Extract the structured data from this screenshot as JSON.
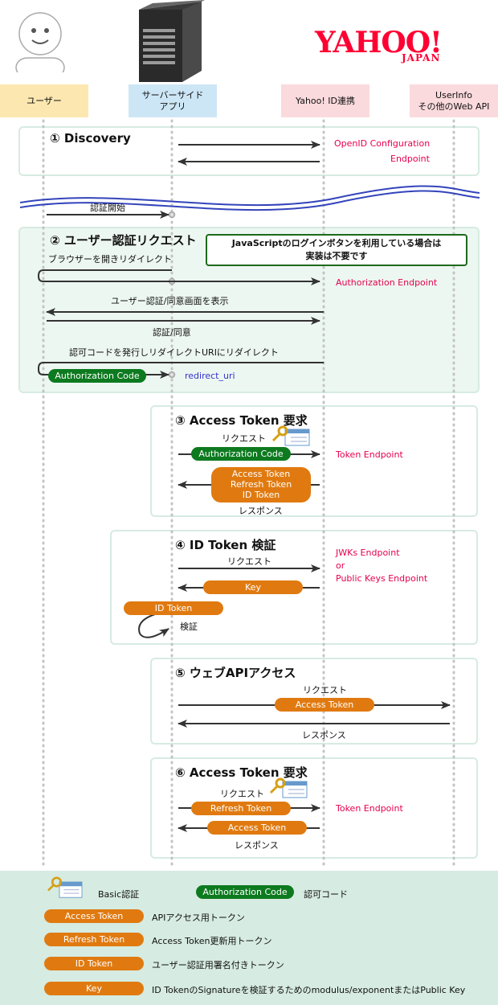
{
  "lanes": {
    "user": "ユーザー",
    "server": "サーバーサイド\nアプリ",
    "yahoo": "Yahoo! ID連携",
    "userinfo": "UserInfo\nその他のWeb API"
  },
  "logo": {
    "main": "YAHOO!",
    "sub": "JAPAN"
  },
  "colors": {
    "orange": "#e07a10",
    "green": "#0d7a1f",
    "endpoint": "#e5004f",
    "link": "#3333cc",
    "user_lane": "#fde7b0",
    "server_lane": "#cde6f5",
    "yahoo_lane": "#fadadd",
    "userinfo_lane": "#fadadd",
    "box_border": "#d6ebe1",
    "legend_bg": "#d6ebe1"
  },
  "icons": {
    "user": "person-icon",
    "server": "server-icon",
    "key": "key-card-icon"
  },
  "s1": {
    "title": "① Discovery",
    "ep1": "OpenID Configuration",
    "ep2": "Endpoint"
  },
  "start": {
    "label": "認証開始"
  },
  "s2": {
    "title": "② ユーザー認証リクエスト",
    "note": "JavaScriptのログインボタンを利用している場合は\n実装は不要です",
    "redirect": "ブラウザーを開きリダイレクト",
    "ep": "Authorization Endpoint",
    "show": "ユーザー認証/同意画面を表示",
    "consent": "認証/同意",
    "issue": "認可コードを発行しリダイレクトURIにリダイレクト",
    "code": "Authorization Code",
    "redirect_uri": "redirect_uri"
  },
  "s3": {
    "title": "③ Access Token 要求",
    "request": "リクエスト",
    "code": "Authorization Code",
    "ep": "Token Endpoint",
    "tokens": [
      "Access Token",
      "Refresh Token",
      "ID Token"
    ],
    "response": "レスポンス"
  },
  "s4": {
    "title": "④ ID Token 検証",
    "request": "リクエスト",
    "ep_lines": [
      "JWKs Endpoint",
      "or",
      "Public Keys Endpoint"
    ],
    "key": "Key",
    "idtoken": "ID Token",
    "verify": "検証"
  },
  "s5": {
    "title": "⑤ ウェブAPIアクセス",
    "request": "リクエスト",
    "token": "Access Token",
    "response": "レスポンス"
  },
  "s6": {
    "title": "⑥ Access Token 要求",
    "request": "リクエスト",
    "refresh": "Refresh Token",
    "ep": "Token Endpoint",
    "access": "Access Token",
    "response": "レスポンス"
  },
  "legend": {
    "basic": "Basic認証",
    "code_pill": "Authorization Code",
    "code_desc": "認可コード",
    "items": [
      {
        "pill": "Access Token",
        "desc": "APIアクセス用トークン"
      },
      {
        "pill": "Refresh Token",
        "desc": "Access Token更新用トークン"
      },
      {
        "pill": "ID Token",
        "desc": "ユーザー認証用署名付きトークン"
      },
      {
        "pill": "Key",
        "desc": "ID TokenのSignatureを検証するためのmodulus/exponentまたはPublic Key"
      }
    ]
  }
}
